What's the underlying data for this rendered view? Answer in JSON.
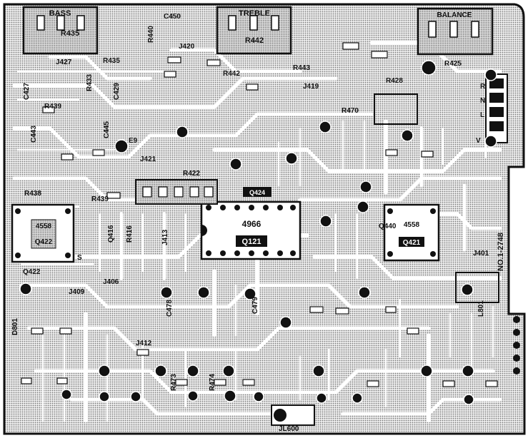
{
  "controls": {
    "bass": {
      "name": "BASS",
      "ref": "R435",
      "jack": "J427",
      "jack_label": "R435"
    },
    "treble": {
      "name": "TREBLE",
      "ref": "R442"
    },
    "balance": {
      "name": "BALANCE"
    }
  },
  "ics": {
    "main": {
      "part": "4966",
      "ref": "Q121"
    },
    "left": {
      "part": "4558",
      "ref": "Q422",
      "below": "Q422"
    },
    "right": {
      "part": "4558",
      "ref": "Q421"
    },
    "small_label": "Q424"
  },
  "components": {
    "c450": "C450",
    "j420": "J420",
    "r440": "R440",
    "r442b": "R442",
    "r443": "R443",
    "j419": "J419",
    "r470": "R470",
    "r428": "R428",
    "r425": "R425",
    "c427": "C427",
    "c429": "C429",
    "r433": "R433",
    "r439": "R439",
    "c445": "C445",
    "c443": "C443",
    "e9": "E9",
    "j421": "J421",
    "r422": "R422",
    "r438": "R438",
    "r439b": "R439",
    "j406": "J406",
    "j409": "J409",
    "j412": "J412",
    "d801": "D801",
    "j401": "J401",
    "jl600": "JL600",
    "l801": "L801",
    "c478": "C478",
    "c479": "C479",
    "r473": "R473",
    "r474": "R474",
    "q440": "Q440",
    "q422": "Q422",
    "q416": "Q416",
    "r416": "R416",
    "j413": "J413"
  },
  "side_text": "NO.1-2748",
  "marks": {
    "n": "N",
    "l": "L",
    "s": "S",
    "r": "R",
    "v": "V"
  }
}
